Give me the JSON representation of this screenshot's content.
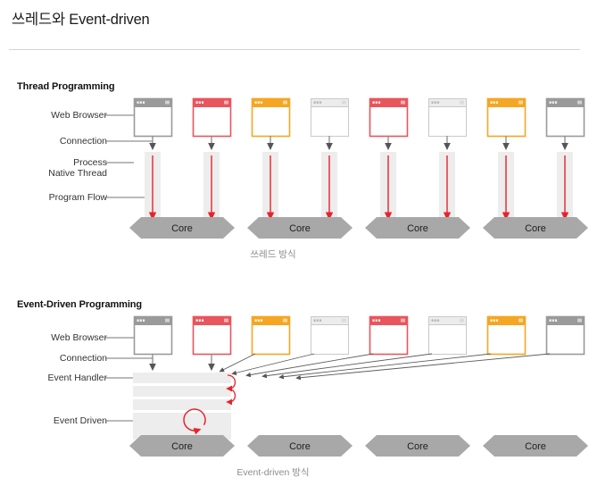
{
  "page": {
    "title": "쓰레드와 Event-driven"
  },
  "sections": [
    {
      "id": "thread",
      "heading": "Thread Programming",
      "caption": "쓰레드 방식",
      "labels": [
        {
          "name": "web-browser",
          "text": "Web Browser"
        },
        {
          "name": "connection",
          "text": "Connection"
        },
        {
          "name": "process-native-thread",
          "text": "Process\nNative Thread"
        },
        {
          "name": "program-flow",
          "text": "Program Flow"
        }
      ],
      "browsers": [
        {
          "index": 0,
          "color": "#9a9a9a"
        },
        {
          "index": 1,
          "color": "#e8555c"
        },
        {
          "index": 2,
          "color": "#f5a623"
        },
        {
          "index": 3,
          "color": "#cfcfcf"
        },
        {
          "index": 4,
          "color": "#e8555c"
        },
        {
          "index": 5,
          "color": "#cfcfcf"
        },
        {
          "index": 6,
          "color": "#f5a623"
        },
        {
          "index": 7,
          "color": "#9a9a9a"
        }
      ],
      "cores": [
        "Core",
        "Core",
        "Core",
        "Core"
      ],
      "thread_count": 8,
      "flow_arrow_color": "#e8222a"
    },
    {
      "id": "event",
      "heading": "Event-Driven Programming",
      "caption": "Event-driven 방식",
      "labels": [
        {
          "name": "web-browser",
          "text": "Web Browser"
        },
        {
          "name": "connection",
          "text": "Connection"
        },
        {
          "name": "event-handler",
          "text": "Event Handler"
        },
        {
          "name": "event-driven",
          "text": "Event Driven"
        }
      ],
      "browsers": [
        {
          "index": 0,
          "color": "#9a9a9a"
        },
        {
          "index": 1,
          "color": "#e8555c"
        },
        {
          "index": 2,
          "color": "#f5a623"
        },
        {
          "index": 3,
          "color": "#cfcfcf"
        },
        {
          "index": 4,
          "color": "#e8555c"
        },
        {
          "index": 5,
          "color": "#cfcfcf"
        },
        {
          "index": 6,
          "color": "#f5a623"
        },
        {
          "index": 7,
          "color": "#9a9a9a"
        }
      ],
      "cores": [
        "Core",
        "Core",
        "Core",
        "Core"
      ],
      "handler_rows": 4,
      "loop_arrow_color": "#e8222a"
    }
  ],
  "colors": {
    "core_fill": "#a8a8a8",
    "core_text": "#1f1f1f",
    "thread_column": "#ededed",
    "connector_line": "#6e6e6e",
    "red_flow": "#e8222a",
    "label_text": "#333333",
    "caption_text": "#8d8d8d",
    "rule": "#d5d5d5"
  }
}
